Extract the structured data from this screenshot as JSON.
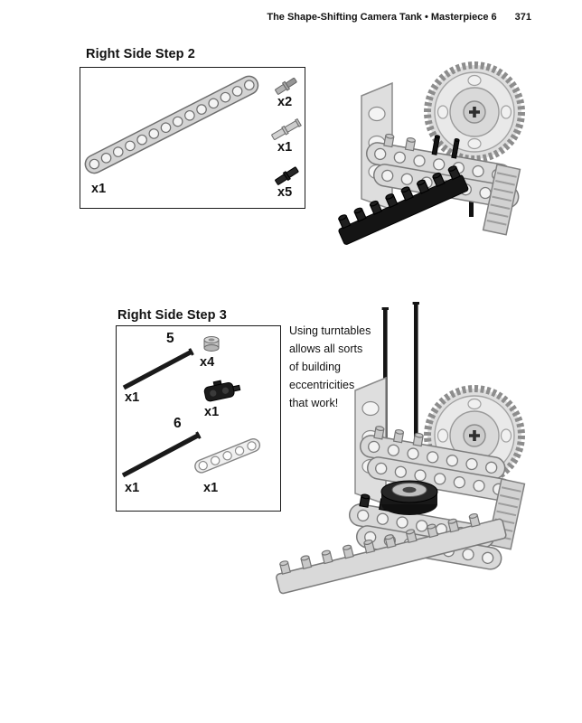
{
  "page": {
    "header_title": "The Shape-Shifting Camera Tank • Masterpiece 6",
    "page_number": "371"
  },
  "step2": {
    "title": "Right Side Step 2",
    "parts": [
      {
        "name": "beam-15-gray",
        "qty": "x1"
      },
      {
        "name": "axle-pin",
        "qty": "x2"
      },
      {
        "name": "long-pin",
        "qty": "x1"
      },
      {
        "name": "friction-pin-black",
        "qty": "x5"
      }
    ]
  },
  "step3": {
    "title": "Right Side Step 3",
    "parts": [
      {
        "name": "axle-5-black",
        "length_label": "5",
        "qty": "x1"
      },
      {
        "name": "half-bush",
        "qty": "x4"
      },
      {
        "name": "black-pin-connector",
        "qty": "x1"
      },
      {
        "name": "axle-6-black",
        "length_label": "6",
        "qty": "x1"
      },
      {
        "name": "thin-beam-5-white",
        "qty": "x1"
      }
    ],
    "note_lines": [
      "Using turntables",
      "allows all sorts",
      "of building",
      "eccentricities",
      "that work!"
    ]
  }
}
